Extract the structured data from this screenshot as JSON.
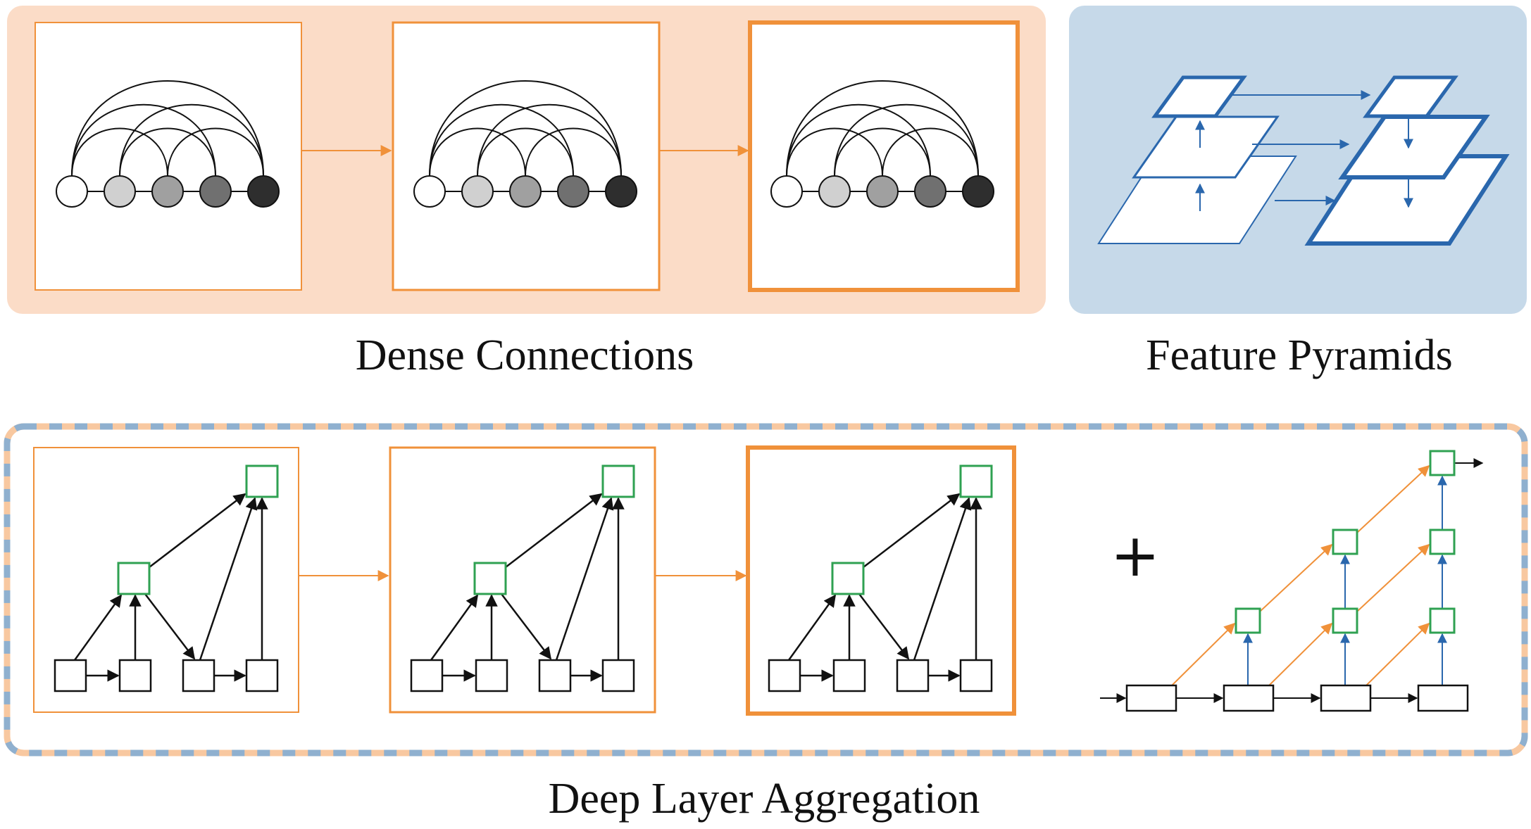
{
  "captions": {
    "dense": "Dense Connections",
    "pyramids": "Feature Pyramids",
    "dla": "Deep Layer Aggregation"
  },
  "plus_symbol": "+",
  "colors": {
    "orange": "#f0913a",
    "orange_bg": "#fbdcc7",
    "blue": "#2a67ad",
    "blue_bg": "#c6d9e9",
    "green": "#2fa152",
    "dash_orange": "#f8c8a0",
    "dash_blue": "#8fb0cf",
    "black": "#111111"
  },
  "dense_node_fills": [
    "#ffffff",
    "#d0d0d0",
    "#a0a0a0",
    "#707070",
    "#2e2e2e"
  ]
}
